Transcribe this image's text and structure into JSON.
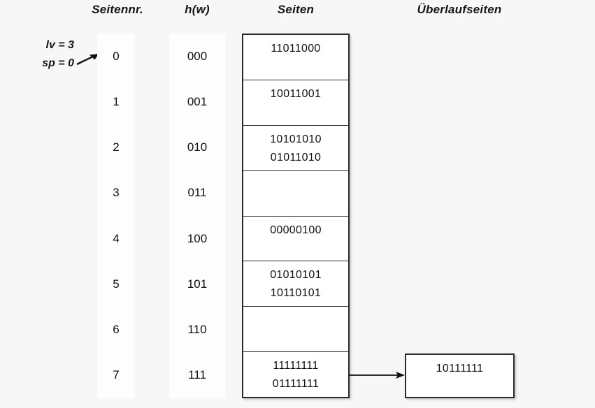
{
  "headers": {
    "index": "Seitennr.",
    "hash": "h(w)",
    "pages": "Seiten",
    "overflow": "Überlaufseiten"
  },
  "annotation": {
    "lv": "lv = 3",
    "sp": "sp = 0",
    "arrow_icon": "arrow-right-icon"
  },
  "rows": [
    {
      "index": "0",
      "hash": "000",
      "entries": [
        "11011000"
      ]
    },
    {
      "index": "1",
      "hash": "001",
      "entries": [
        "10011001"
      ]
    },
    {
      "index": "2",
      "hash": "010",
      "entries": [
        "10101010",
        "01011010"
      ]
    },
    {
      "index": "3",
      "hash": "011",
      "entries": []
    },
    {
      "index": "4",
      "hash": "100",
      "entries": [
        "00000100"
      ]
    },
    {
      "index": "5",
      "hash": "101",
      "entries": [
        "01010101",
        "10110101"
      ]
    },
    {
      "index": "6",
      "hash": "110",
      "entries": []
    },
    {
      "index": "7",
      "hash": "111",
      "entries": [
        "11111111",
        "01111111"
      ]
    }
  ],
  "overflow_pages": [
    {
      "entries": [
        "10111111"
      ],
      "source_row": "7"
    }
  ],
  "colors": {
    "background": "#f7f7f7",
    "band": "#fdfdfd",
    "box_border": "#2a2a2a",
    "box_fill": "#ffffff",
    "text": "#111111"
  }
}
